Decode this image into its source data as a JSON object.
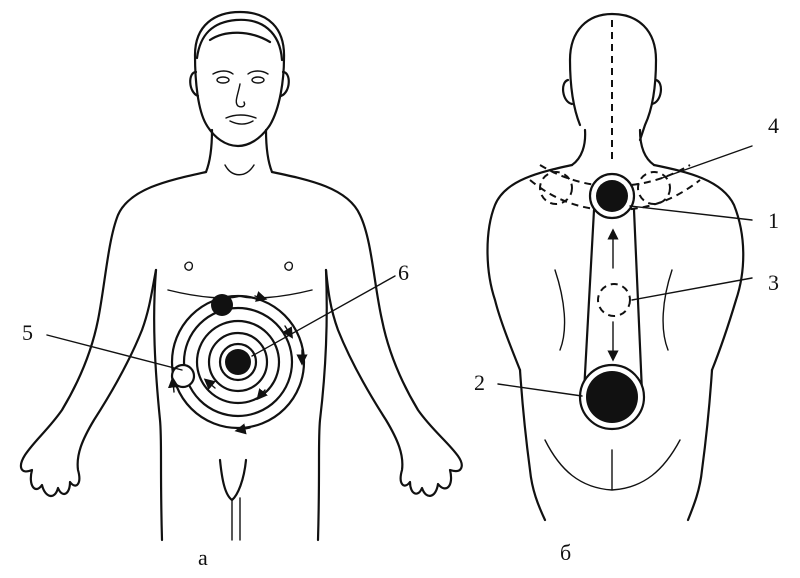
{
  "figure": {
    "panels": [
      {
        "id": "a",
        "caption": "а"
      },
      {
        "id": "b",
        "caption": "б"
      }
    ],
    "callouts": {
      "front_5": "5",
      "front_6": "6",
      "back_1": "1",
      "back_2": "2",
      "back_3": "3",
      "back_4": "4"
    }
  }
}
